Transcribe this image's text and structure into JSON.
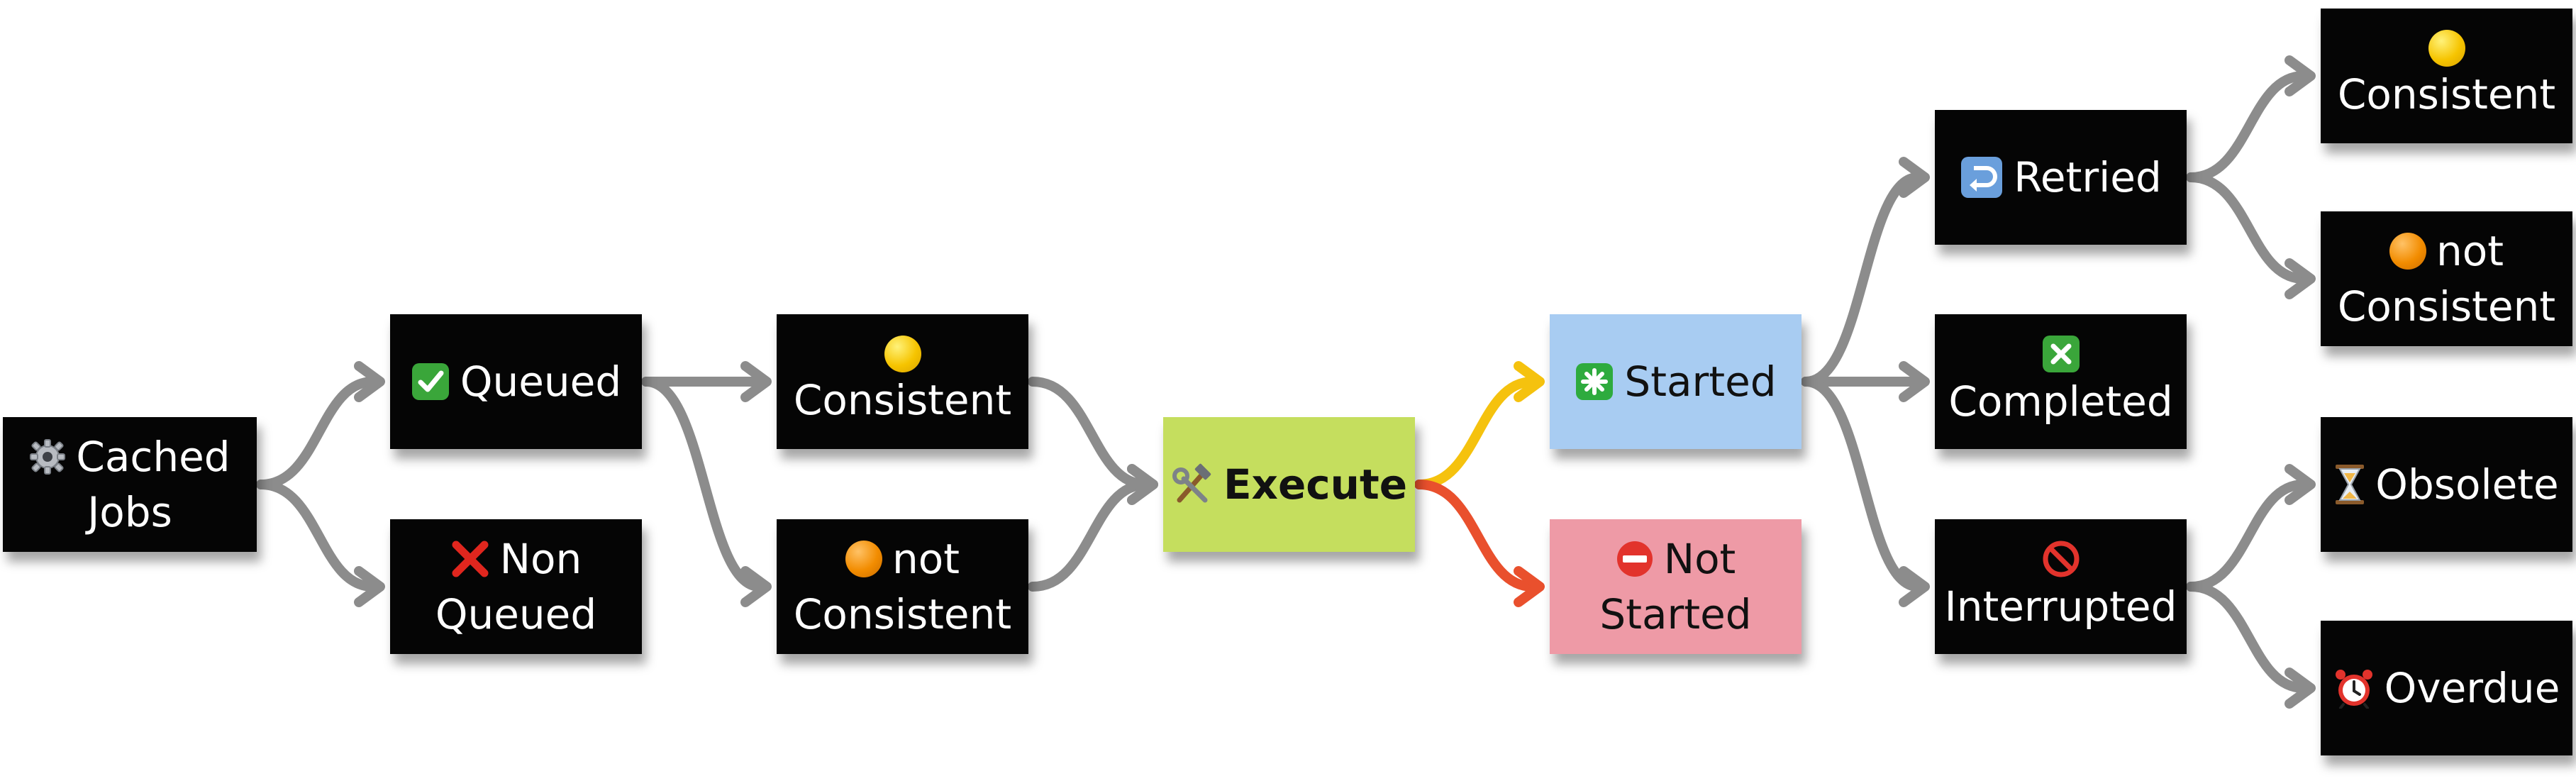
{
  "diagram": {
    "nodes": [
      {
        "id": "cached_jobs",
        "lines": [
          "Cached",
          "Jobs"
        ],
        "icon": "gear-icon",
        "bg": "#050505",
        "text": "#ffffff"
      },
      {
        "id": "queued",
        "lines": [
          "Queued"
        ],
        "icon": "check-box-icon",
        "bg": "#050505",
        "text": "#ffffff"
      },
      {
        "id": "non_queued",
        "lines": [
          "Non",
          "Queued"
        ],
        "icon": "red-x-icon",
        "bg": "#050505",
        "text": "#ffffff"
      },
      {
        "id": "consistent_1",
        "lines": [
          "Consistent"
        ],
        "icon": "yellow-circle-icon",
        "bg": "#050505",
        "text": "#ffffff"
      },
      {
        "id": "not_consistent_1",
        "lines": [
          "not",
          "Consistent"
        ],
        "icon": "orange-circle-icon",
        "bg": "#050505",
        "text": "#ffffff"
      },
      {
        "id": "execute",
        "lines": [
          "Execute"
        ],
        "icon": "hammer-wrench-icon",
        "bg": "#c5de5e",
        "text": "#111111",
        "bold": true
      },
      {
        "id": "started",
        "lines": [
          "Started"
        ],
        "icon": "eight-spoked-asterisk-icon",
        "bg": "#a8ccf2",
        "text": "#111111"
      },
      {
        "id": "not_started",
        "lines": [
          "Not",
          "Started"
        ],
        "icon": "no-entry-icon",
        "bg": "#ee9aa6",
        "text": "#111111"
      },
      {
        "id": "retried",
        "lines": [
          "Retried"
        ],
        "icon": "return-arrow-icon",
        "bg": "#050505",
        "text": "#ffffff"
      },
      {
        "id": "completed",
        "lines": [
          "Completed"
        ],
        "icon": "cross-mark-button-icon",
        "bg": "#050505",
        "text": "#ffffff"
      },
      {
        "id": "interrupted",
        "lines": [
          "Interrupted"
        ],
        "icon": "prohibited-icon",
        "bg": "#050505",
        "text": "#ffffff"
      },
      {
        "id": "consistent_2",
        "lines": [
          "Consistent"
        ],
        "icon": "yellow-circle-icon",
        "bg": "#050505",
        "text": "#ffffff"
      },
      {
        "id": "not_consistent_2",
        "lines": [
          "not",
          "Consistent"
        ],
        "icon": "orange-circle-icon",
        "bg": "#050505",
        "text": "#ffffff"
      },
      {
        "id": "obsolete",
        "lines": [
          "Obsolete"
        ],
        "icon": "hourglass-icon",
        "bg": "#050505",
        "text": "#ffffff"
      },
      {
        "id": "overdue",
        "lines": [
          "Overdue"
        ],
        "icon": "alarm-clock-icon",
        "bg": "#050505",
        "text": "#ffffff"
      }
    ],
    "edges": [
      {
        "from": "cached_jobs",
        "to": "queued",
        "color": "#8c8c8c"
      },
      {
        "from": "cached_jobs",
        "to": "non_queued",
        "color": "#8c8c8c"
      },
      {
        "from": "queued",
        "to": "consistent_1",
        "color": "#8c8c8c"
      },
      {
        "from": "queued",
        "to": "not_consistent_1",
        "color": "#8c8c8c"
      },
      {
        "from": "consistent_1",
        "to": "execute",
        "color": "#8c8c8c"
      },
      {
        "from": "not_consistent_1",
        "to": "execute",
        "color": "#8c8c8c"
      },
      {
        "from": "execute",
        "to": "started",
        "color": "#f5c20e"
      },
      {
        "from": "execute",
        "to": "not_started",
        "color": "#e9502d"
      },
      {
        "from": "started",
        "to": "retried",
        "color": "#8c8c8c"
      },
      {
        "from": "started",
        "to": "completed",
        "color": "#8c8c8c"
      },
      {
        "from": "started",
        "to": "interrupted",
        "color": "#8c8c8c"
      },
      {
        "from": "retried",
        "to": "consistent_2",
        "color": "#8c8c8c"
      },
      {
        "from": "retried",
        "to": "not_consistent_2",
        "color": "#8c8c8c"
      },
      {
        "from": "interrupted",
        "to": "obsolete",
        "color": "#8c8c8c"
      },
      {
        "from": "interrupted",
        "to": "overdue",
        "color": "#8c8c8c"
      }
    ]
  }
}
